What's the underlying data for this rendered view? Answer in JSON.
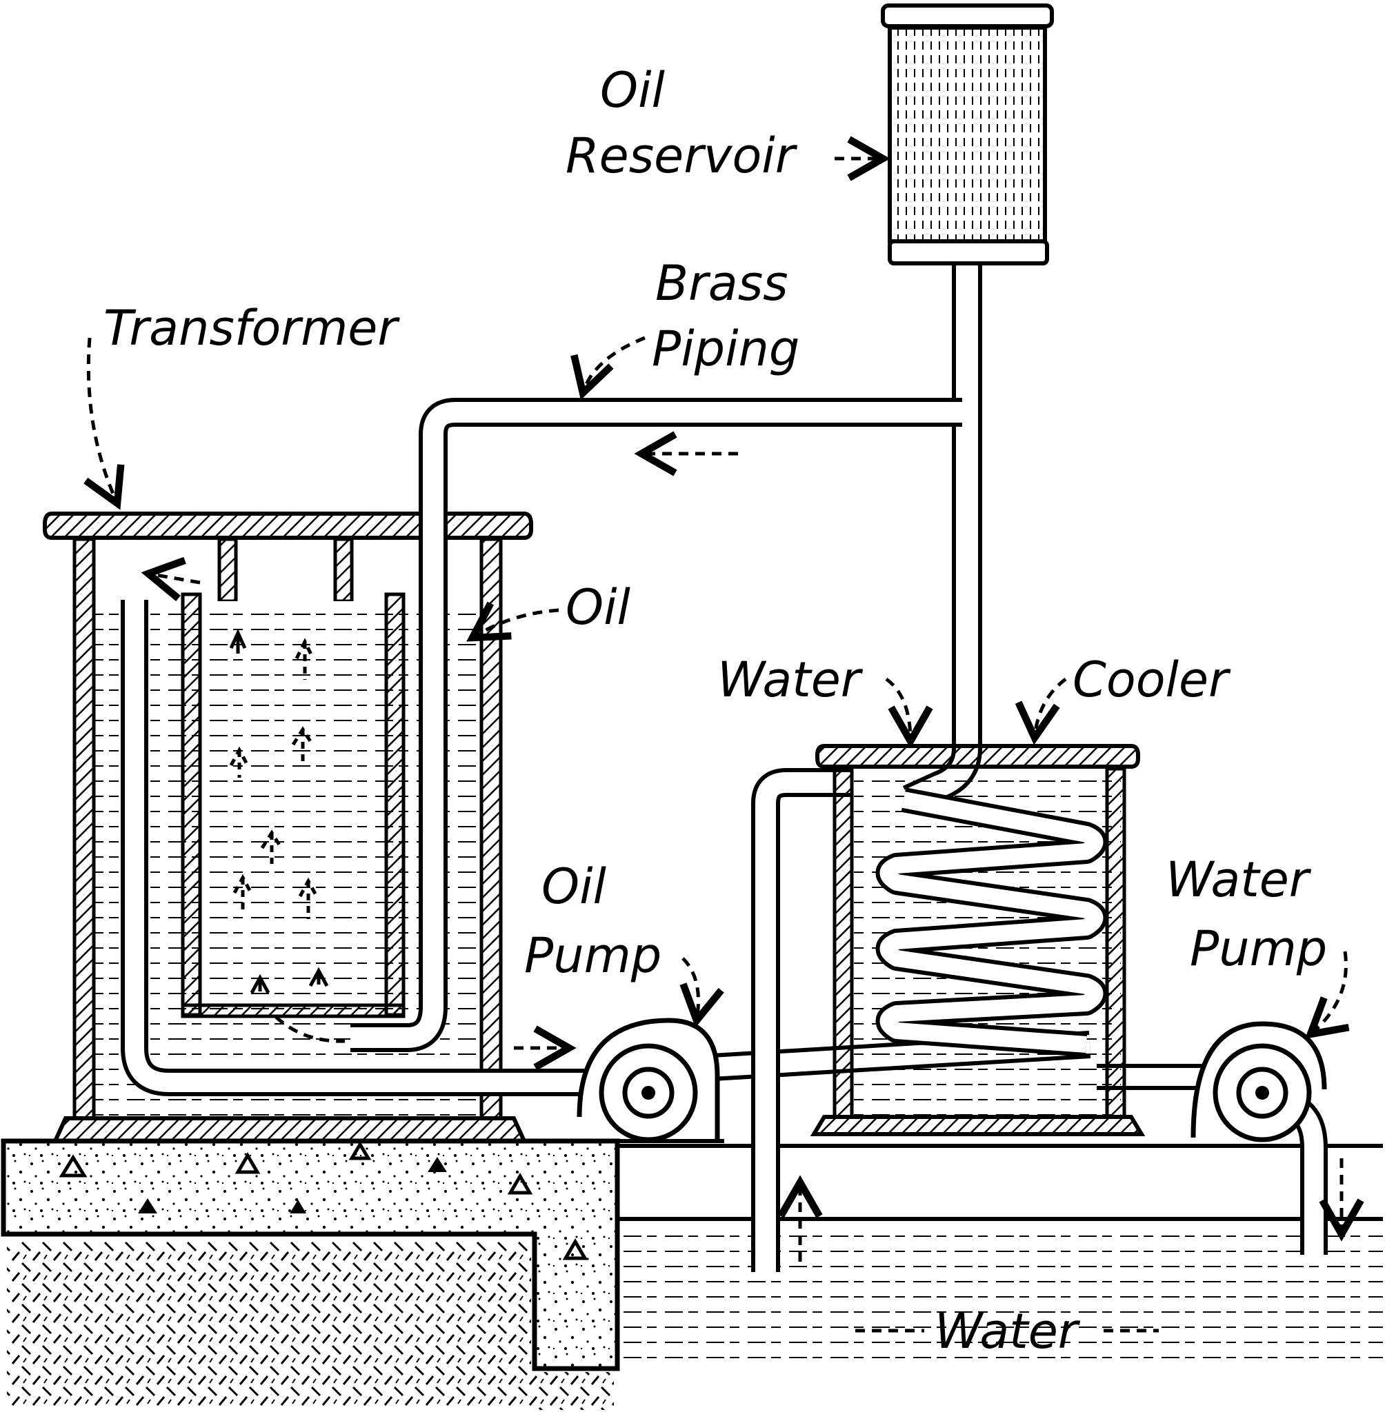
{
  "labels": {
    "oil_reservoir_line1": "Oil",
    "oil_reservoir_line2": "Reservoir",
    "brass_line1": "Brass",
    "brass_line2": "Piping",
    "transformer": "Transformer",
    "oil": "Oil",
    "water_top": "Water",
    "cooler": "Cooler",
    "oil_pump_line1": "Oil",
    "oil_pump_line2": "Pump",
    "water_pump_line1": "Water",
    "water_pump_line2": "Pump",
    "water_bottom": "Water"
  },
  "colors": {
    "ink": "#000000",
    "paper": "#ffffff"
  },
  "icons": {
    "flow_arrow": "dashed-arrow",
    "pump": "pump-icon"
  }
}
